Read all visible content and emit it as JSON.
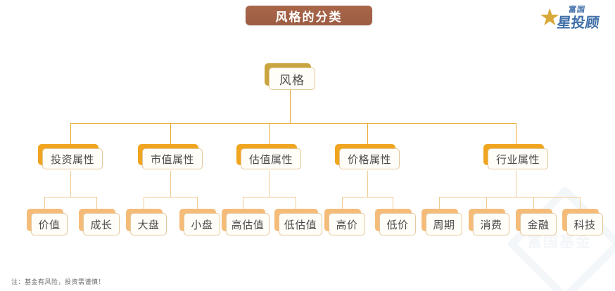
{
  "header": {
    "title": "风格的分类",
    "logo": {
      "star_icon": "star-icon",
      "small_text": "富国",
      "main_text": "星投顾"
    }
  },
  "footnote": "注：基金有风险，投资需谨慎！",
  "watermark": {
    "text": "富国基金",
    "shape_icon": "diamond-outline-icon"
  },
  "colors": {
    "title_banner": "#a9664a",
    "root_shadow": "#c9a53f",
    "level2_shadow": "#f0a520",
    "leaf_shadow": "#f5bc79",
    "card_bg": "#fffdf8",
    "card_border": "#e4c79a",
    "connector_main": "#e9a933",
    "connector_sub": "#f0cb93",
    "brand_blue": "#3f6ea8",
    "brand_gold": "#d8a93a"
  },
  "chart_data": {
    "type": "tree",
    "title": "风格的分类",
    "root": "风格",
    "nodes": [
      {
        "label": "投资属性",
        "children": [
          "价值",
          "成长"
        ]
      },
      {
        "label": "市值属性",
        "children": [
          "大盘",
          "小盘"
        ]
      },
      {
        "label": "估值属性",
        "children": [
          "高估值",
          "低估值"
        ]
      },
      {
        "label": "价格属性",
        "children": [
          "高价",
          "低价"
        ]
      },
      {
        "label": "行业属性",
        "children": [
          "周期",
          "消费",
          "金融",
          "科技"
        ]
      }
    ]
  },
  "tree": {
    "root": "风格",
    "branches": [
      {
        "label": "投资属性"
      },
      {
        "label": "市值属性"
      },
      {
        "label": "估值属性"
      },
      {
        "label": "价格属性"
      },
      {
        "label": "行业属性"
      }
    ],
    "leaves": [
      {
        "label": "价值"
      },
      {
        "label": "成长"
      },
      {
        "label": "大盘"
      },
      {
        "label": "小盘"
      },
      {
        "label": "高估值"
      },
      {
        "label": "低估值"
      },
      {
        "label": "高价"
      },
      {
        "label": "低价"
      },
      {
        "label": "周期"
      },
      {
        "label": "消费"
      },
      {
        "label": "金融"
      },
      {
        "label": "科技"
      }
    ]
  }
}
